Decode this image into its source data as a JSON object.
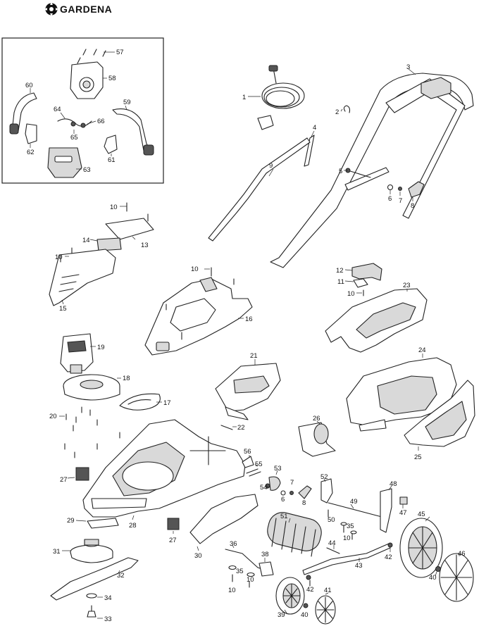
{
  "brand": {
    "name": "GARDENA",
    "logo_icon": "gardena-logo-icon"
  },
  "callouts": [
    "57",
    "58",
    "60",
    "64",
    "59",
    "66",
    "65",
    "62",
    "61",
    "63",
    "1",
    "2",
    "3",
    "4",
    "9",
    "5",
    "6",
    "7",
    "8",
    "10",
    "14",
    "13",
    "15",
    "10",
    "16",
    "12",
    "11",
    "10",
    "23",
    "19",
    "18",
    "17",
    "20",
    "21",
    "24",
    "22",
    "26",
    "25",
    "56",
    "55",
    "53",
    "54",
    "7",
    "6",
    "8",
    "52",
    "48",
    "47",
    "49",
    "50",
    "35",
    "10",
    "45",
    "51",
    "44",
    "43",
    "42",
    "46",
    "40",
    "27",
    "29",
    "28",
    "27",
    "30",
    "31",
    "32",
    "34",
    "33",
    "36",
    "38",
    "35",
    "10",
    "39",
    "42",
    "40",
    "41",
    "10",
    "10"
  ]
}
